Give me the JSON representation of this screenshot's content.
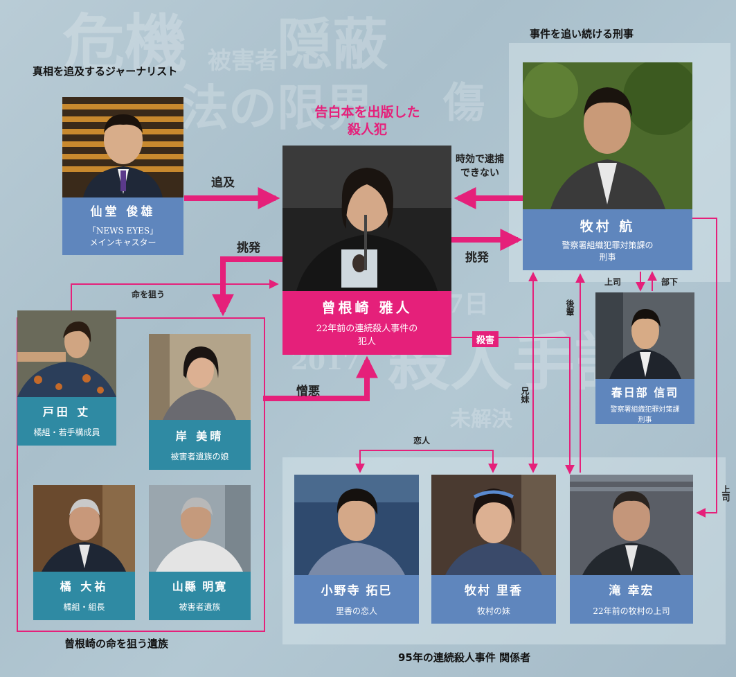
{
  "groups": {
    "journalist": "真相を追及するジャーナリスト",
    "detective": "事件を追い続ける刑事",
    "bereaved": "曾根崎の命を狙う遺族",
    "case95": "95年の連続殺人事件 関係者"
  },
  "center_heading": {
    "line1": "告白本を出版した",
    "line2": "殺人犯"
  },
  "people": {
    "sendo": {
      "name": "仙堂 俊雄",
      "role1": "「NEWS EYES」",
      "role2": "メインキャスター"
    },
    "sonezaki": {
      "name": "曾根崎 雅人",
      "role1": "22年前の連続殺人事件の",
      "role2": "犯人"
    },
    "makimura_w": {
      "name": "牧村 航",
      "role1": "警察署組織犯罪対策課の",
      "role2": "刑事"
    },
    "kasukabe": {
      "name": "春日部 信司",
      "role1": "警察署組織犯罪対策課",
      "role2": "刑事"
    },
    "toda": {
      "name": "戸田 丈",
      "role1": "橘組・若手構成員"
    },
    "kishi": {
      "name": "岸 美晴",
      "role1": "被害者遺族の娘"
    },
    "tachibana": {
      "name": "橘 大祐",
      "role1": "橘組・組長"
    },
    "yamagata": {
      "name": "山縣 明寛",
      "role1": "被害者遺族"
    },
    "onodera": {
      "name": "小野寺 拓巳",
      "role1": "里香の恋人"
    },
    "makimura_r": {
      "name": "牧村 里香",
      "role1": "牧村の妹"
    },
    "taki": {
      "name": "滝 幸宏",
      "role1": "22年前の牧村の上司"
    }
  },
  "relations": {
    "tsuikyu": "追及",
    "chohatsu_left": "挑発",
    "chohatsu_right": "挑発",
    "jikou1": "時効で逮捕",
    "jikou2": "できない",
    "inochi": "命を狙う",
    "zoo": "憎悪",
    "satsugai": "殺害",
    "joshi": "上司",
    "buka": "部下",
    "kohai": "後輩",
    "kyoudai": "兄妹",
    "koibito": "恋人",
    "joshi_vertical": "上司"
  },
  "background_text": [
    "隠蔽",
    "危機",
    "被害者",
    "法の限界",
    "傷",
    "殺人手記",
    "未解決",
    "27日",
    "2017"
  ],
  "colors": {
    "accent": "#e5207a",
    "name_plate": "#5f86bd",
    "name_plate_alt": "#2f8aa3"
  }
}
